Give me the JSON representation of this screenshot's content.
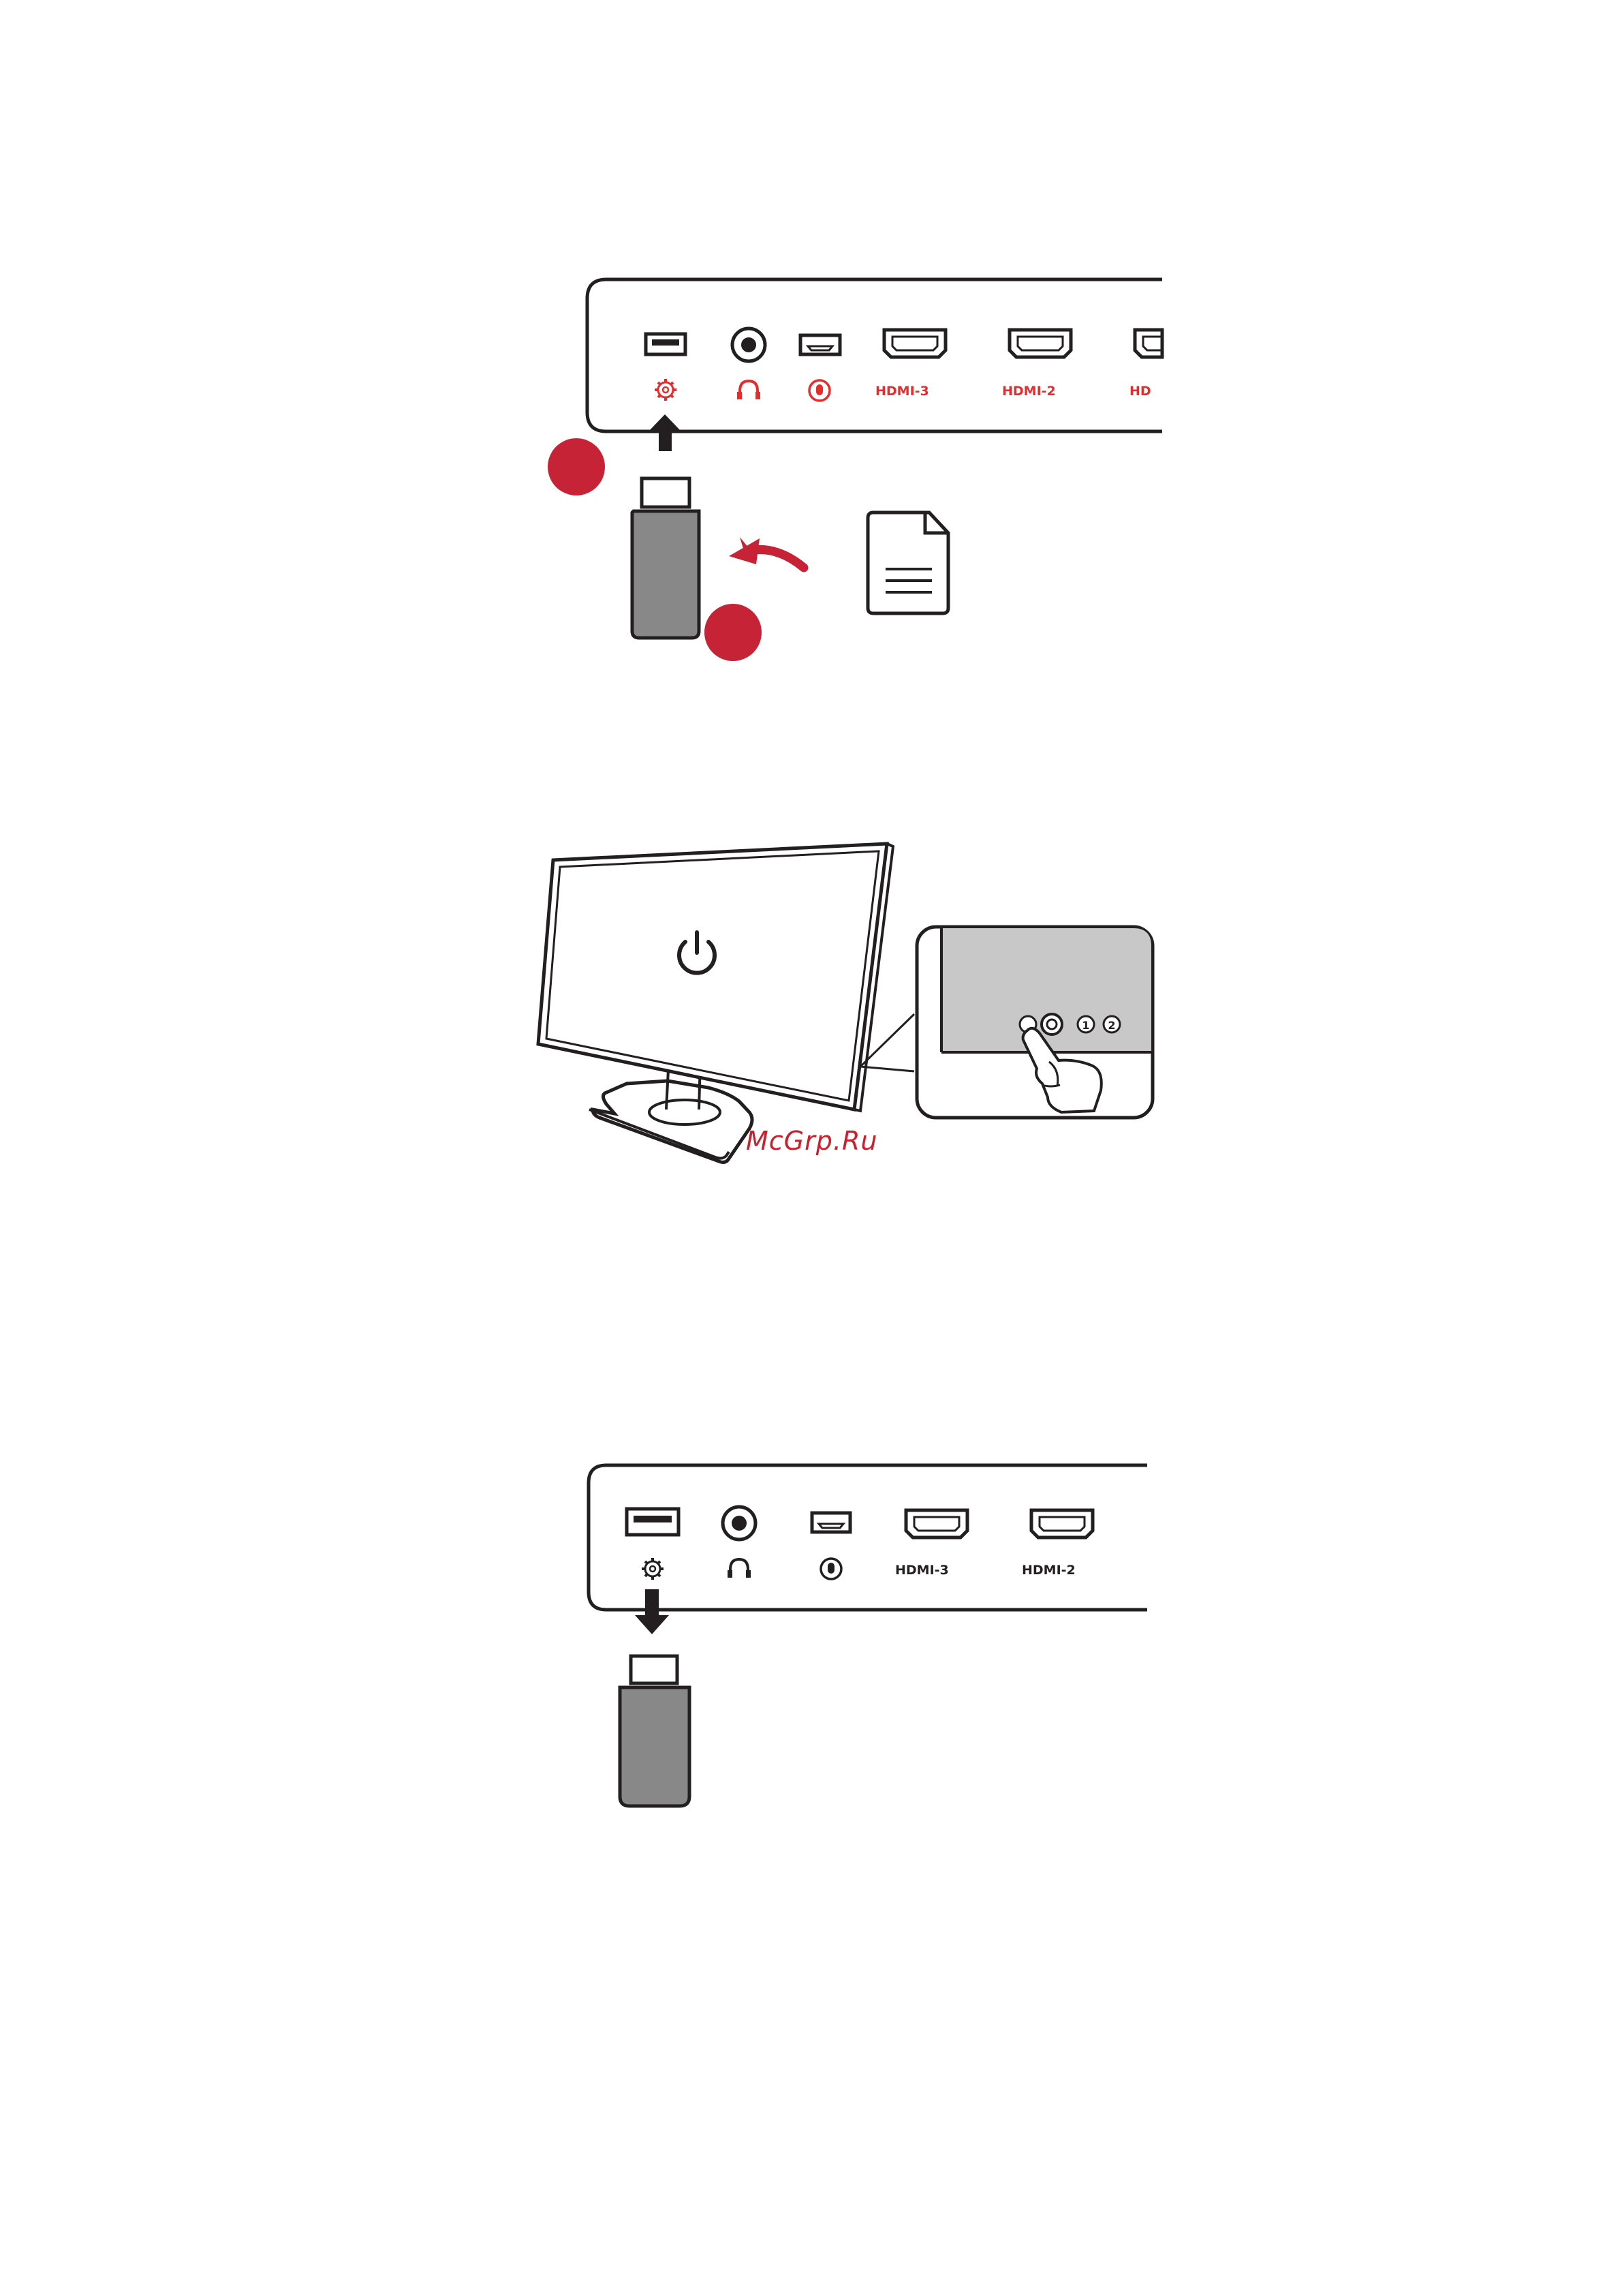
{
  "figures": {
    "step_insert": {
      "ports": {
        "hdmi3_label": "HDMI-3",
        "hdmi2_label": "HDMI-2",
        "hdmi1_partial_label": "HD"
      },
      "step_badge_color": "#c62436",
      "accent_red": "#e52d2d",
      "usb_drive_color": "#888888",
      "icons": [
        "usb-port-icon",
        "settings-gear-icon",
        "headphone-jack-icon",
        "headphone-icon",
        "mini-usb-port-icon",
        "microphone-icon",
        "hdmi-port-icon",
        "upload-arrow-icon",
        "curved-arrow-icon",
        "document-icon"
      ]
    },
    "step_power": {
      "icons": [
        "power-icon",
        "monitor",
        "control-buttons",
        "finger-press"
      ],
      "button_labels": [
        "1",
        "2"
      ]
    },
    "step_remove": {
      "ports": {
        "hdmi3_label": "HDMI-3",
        "hdmi2_label": "HDMI-2"
      },
      "icons": [
        "usb-port-icon",
        "settings-gear-icon",
        "headphone-jack-icon",
        "headphone-icon",
        "mini-usb-port-icon",
        "microphone-icon",
        "hdmi-port-icon",
        "down-arrow-icon"
      ]
    }
  },
  "watermark": "McGrp.Ru"
}
